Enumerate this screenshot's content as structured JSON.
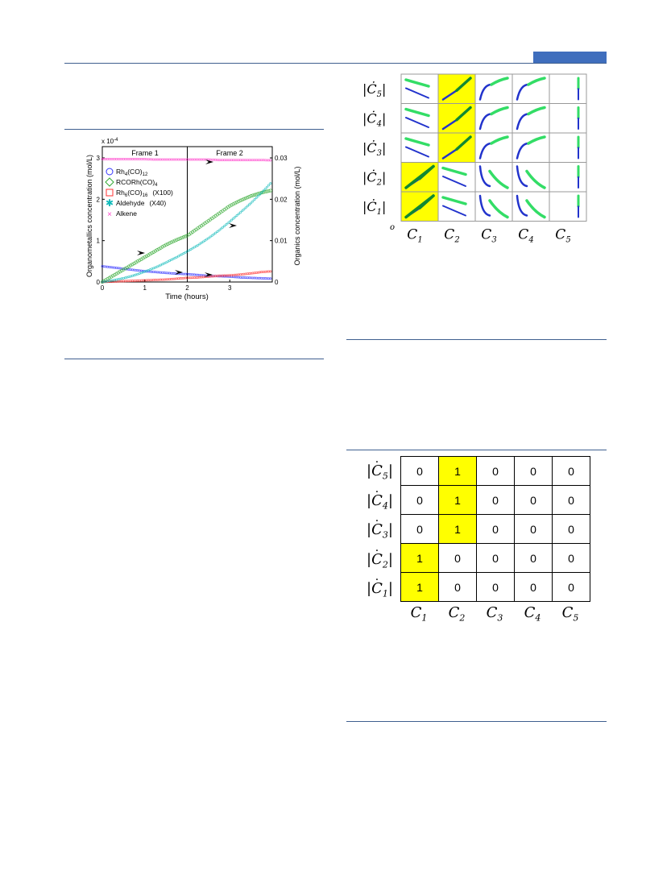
{
  "figure1": {
    "frames": [
      "Frame 1",
      "Frame 2"
    ],
    "y_exponent": "x 10",
    "y_exponent_power": "-4",
    "left_y_label": "Organometallics concentration (mol/L)",
    "right_y_label": "Organics concentration (mol/L)",
    "x_label": "Time (hours)",
    "x_ticks": [
      "0",
      "1",
      "2",
      "3"
    ],
    "left_ticks": [
      "0",
      "1",
      "2",
      "3"
    ],
    "right_ticks": [
      "0",
      "0.01",
      "0.02",
      "0.03"
    ],
    "legend": [
      {
        "label": "Rh4(CO)12",
        "base": "Rh",
        "s1": "4",
        "mid": "(CO)",
        "s2": "12",
        "suffix": "",
        "marker": "circle",
        "color": "#3333ff"
      },
      {
        "label": "RCORh(CO)4",
        "base": "RCORh(CO)",
        "s1": "4",
        "mid": "",
        "s2": "",
        "suffix": "",
        "marker": "diamond",
        "color": "#33aa33"
      },
      {
        "label": "Rh6(CO)16 (X100)",
        "base": "Rh",
        "s1": "6",
        "mid": "(CO)",
        "s2": "16",
        "suffix": "(X100)",
        "marker": "square",
        "color": "#ff3333"
      },
      {
        "label": "Aldehyde (X40)",
        "base": "Aldehyde",
        "s1": "",
        "mid": "",
        "s2": "",
        "suffix": "(X40)",
        "marker": "star",
        "color": "#11bbbb"
      },
      {
        "label": "Alkene",
        "base": "Alkene",
        "s1": "",
        "mid": "",
        "s2": "",
        "suffix": "",
        "marker": "x",
        "color": "#ff44cc"
      }
    ],
    "chart_data": {
      "type": "scatter",
      "x": [
        0,
        0.25,
        0.5,
        0.75,
        1.0,
        1.25,
        1.5,
        1.75,
        2.0,
        2.25,
        2.5,
        2.75,
        3.0,
        3.25,
        3.5,
        3.75,
        4.0
      ],
      "xlim": [
        0,
        4
      ],
      "ylim_left": [
        0,
        3
      ],
      "ylim_right": [
        0,
        0.03
      ],
      "series": [
        {
          "name": "Rh4(CO)12",
          "axis": "left",
          "values": [
            0.38,
            0.35,
            0.32,
            0.29,
            0.26,
            0.24,
            0.22,
            0.2,
            0.19,
            0.17,
            0.15,
            0.14,
            0.13,
            0.11,
            0.1,
            0.09,
            0.08
          ]
        },
        {
          "name": "RCORh(CO)4",
          "axis": "left",
          "values": [
            0.0,
            0.15,
            0.3,
            0.45,
            0.6,
            0.75,
            0.9,
            1.02,
            1.12,
            1.3,
            1.48,
            1.66,
            1.84,
            1.97,
            2.08,
            2.16,
            2.22
          ]
        },
        {
          "name": "Rh6(CO)16 (X100)",
          "axis": "left",
          "values": [
            0.0,
            0.01,
            0.02,
            0.03,
            0.04,
            0.05,
            0.06,
            0.08,
            0.1,
            0.11,
            0.13,
            0.15,
            0.16,
            0.18,
            0.21,
            0.24,
            0.26
          ]
        },
        {
          "name": "Aldehyde (X40)",
          "axis": "right",
          "values": [
            0.0,
            0.0004,
            0.0009,
            0.0016,
            0.0025,
            0.0035,
            0.0047,
            0.006,
            0.0074,
            0.0089,
            0.0106,
            0.0125,
            0.0146,
            0.0168,
            0.0191,
            0.0216,
            0.0243
          ]
        },
        {
          "name": "Alkene",
          "axis": "left",
          "values": [
            2.97,
            2.97,
            2.97,
            2.97,
            2.97,
            2.96,
            2.96,
            2.96,
            2.96,
            2.96,
            2.96,
            2.95,
            2.95,
            2.95,
            2.95,
            2.95,
            2.94
          ]
        }
      ]
    }
  },
  "figure2": {
    "rows": [
      "5",
      "4",
      "3",
      "2",
      "1"
    ],
    "cols": [
      "1",
      "2",
      "3",
      "4",
      "5"
    ],
    "row_prefix": "|Ċ",
    "col_prefix": "C",
    "corner_label": "o",
    "highlight": [
      [
        0,
        1
      ],
      [
        1,
        1
      ],
      [
        2,
        1
      ],
      [
        3,
        0
      ],
      [
        4,
        0
      ]
    ],
    "cell_type": [
      [
        "falling",
        "linear",
        "rising",
        "rising",
        "vertical"
      ],
      [
        "falling",
        "linear",
        "rising",
        "rising",
        "vertical"
      ],
      [
        "falling",
        "linear",
        "rising",
        "rising",
        "vertical"
      ],
      [
        "linear",
        "falling",
        "curve",
        "curve",
        "vertical"
      ],
      [
        "linear",
        "falling",
        "curve",
        "curve",
        "vertical"
      ]
    ]
  },
  "figure3": {
    "rows": [
      "5",
      "4",
      "3",
      "2",
      "1"
    ],
    "cols": [
      "1",
      "2",
      "3",
      "4",
      "5"
    ],
    "values": [
      [
        "0",
        "1",
        "0",
        "0",
        "0"
      ],
      [
        "0",
        "1",
        "0",
        "0",
        "0"
      ],
      [
        "0",
        "1",
        "0",
        "0",
        "0"
      ],
      [
        "1",
        "0",
        "0",
        "0",
        "0"
      ],
      [
        "1",
        "0",
        "0",
        "0",
        "0"
      ]
    ],
    "highlight": [
      [
        0,
        1
      ],
      [
        1,
        1
      ],
      [
        2,
        1
      ],
      [
        3,
        0
      ],
      [
        4,
        0
      ]
    ]
  }
}
